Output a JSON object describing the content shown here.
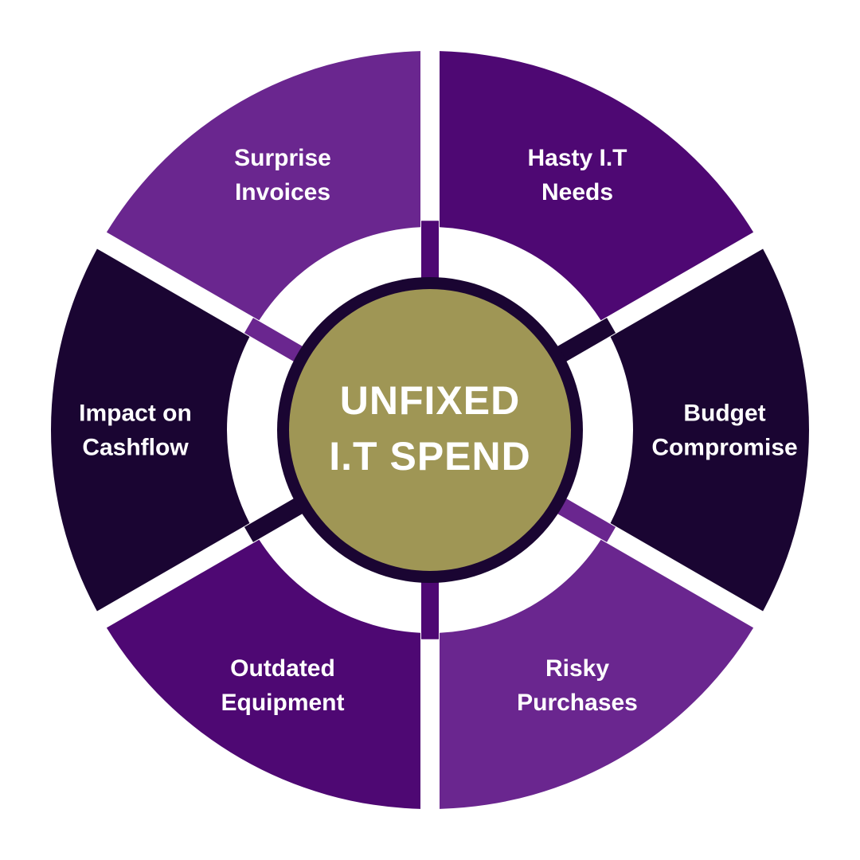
{
  "center": {
    "line1": "UNFIXED",
    "line2": "I.T SPEND",
    "fill": "#9f9655",
    "ring": "#1a0532"
  },
  "segments": [
    {
      "id": "surprise-invoices",
      "lines": [
        "Surprise",
        "Invoices"
      ],
      "color": "#6a268f"
    },
    {
      "id": "hasty-it-needs",
      "lines": [
        "Hasty I.T",
        "Needs"
      ],
      "color": "#4e0873"
    },
    {
      "id": "budget-compromise",
      "lines": [
        "Budget",
        "Compromise"
      ],
      "color": "#1a0532"
    },
    {
      "id": "risky-purchases",
      "lines": [
        "Risky",
        "Purchases"
      ],
      "color": "#6a268f"
    },
    {
      "id": "outdated-equipment",
      "lines": [
        "Outdated",
        "Equipment"
      ],
      "color": "#4e0873"
    },
    {
      "id": "impact-on-cashflow",
      "lines": [
        "Impact on",
        "Cashflow"
      ],
      "color": "#1a0532"
    }
  ]
}
